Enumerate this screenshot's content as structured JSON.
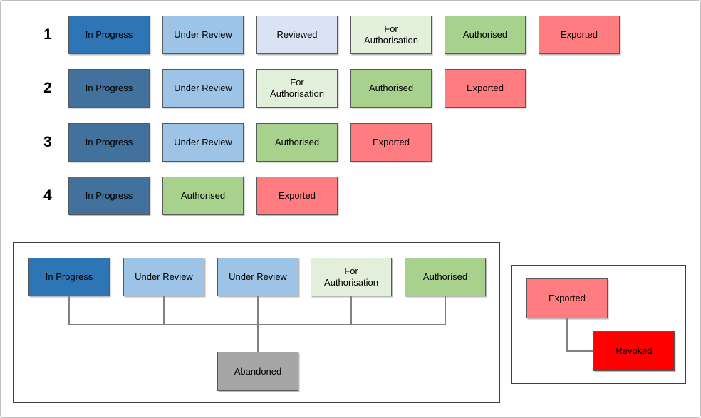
{
  "diagram": {
    "palette": {
      "in_progress_primary": "#2E75B6",
      "in_progress_secondary": "#41719C",
      "under_review": "#9DC3E6",
      "reviewed": "#DAE3F3",
      "for_authorisation": "#E2EFDA",
      "authorised": "#A9D18E",
      "exported": "#FF7C80",
      "revoked": "#FF0000",
      "abandoned": "#A6A6A6",
      "connector": "#808080",
      "box_border": "#595959",
      "group_border": "#404040",
      "page_border": "#BFBFBF"
    },
    "workflow_rows": [
      {
        "label": "1",
        "states": [
          {
            "label": "In Progress",
            "color": "in_progress_primary"
          },
          {
            "label": "Under Review",
            "color": "under_review"
          },
          {
            "label": "Reviewed",
            "color": "reviewed"
          },
          {
            "label": "For Authorisation",
            "color": "for_authorisation"
          },
          {
            "label": "Authorised",
            "color": "authorised"
          },
          {
            "label": "Exported",
            "color": "exported"
          }
        ]
      },
      {
        "label": "2",
        "states": [
          {
            "label": "In Progress",
            "color": "in_progress_secondary"
          },
          {
            "label": "Under Review",
            "color": "under_review"
          },
          {
            "label": "For Authorisation",
            "color": "for_authorisation"
          },
          {
            "label": "Authorised",
            "color": "authorised"
          },
          {
            "label": "Exported",
            "color": "exported"
          }
        ]
      },
      {
        "label": "3",
        "states": [
          {
            "label": "In Progress",
            "color": "in_progress_secondary"
          },
          {
            "label": "Under Review",
            "color": "under_review"
          },
          {
            "label": "Authorised",
            "color": "authorised"
          },
          {
            "label": "Exported",
            "color": "exported"
          }
        ]
      },
      {
        "label": "4",
        "states": [
          {
            "label": "In Progress",
            "color": "in_progress_secondary"
          },
          {
            "label": "Authorised",
            "color": "authorised"
          },
          {
            "label": "Exported",
            "color": "exported"
          }
        ]
      }
    ],
    "abandoned_group": {
      "states": [
        {
          "label": "In Progress",
          "color": "in_progress_primary"
        },
        {
          "label": "Under Review",
          "color": "under_review"
        },
        {
          "label": "Under Review",
          "color": "under_review"
        },
        {
          "label": "For Authorisation",
          "color": "for_authorisation"
        },
        {
          "label": "Authorised",
          "color": "authorised"
        }
      ],
      "target": {
        "label": "Abandoned",
        "color": "abandoned"
      }
    },
    "revoked_group": {
      "source": {
        "label": "Exported",
        "color": "exported"
      },
      "target": {
        "label": "Revoked",
        "color": "revoked"
      }
    }
  }
}
